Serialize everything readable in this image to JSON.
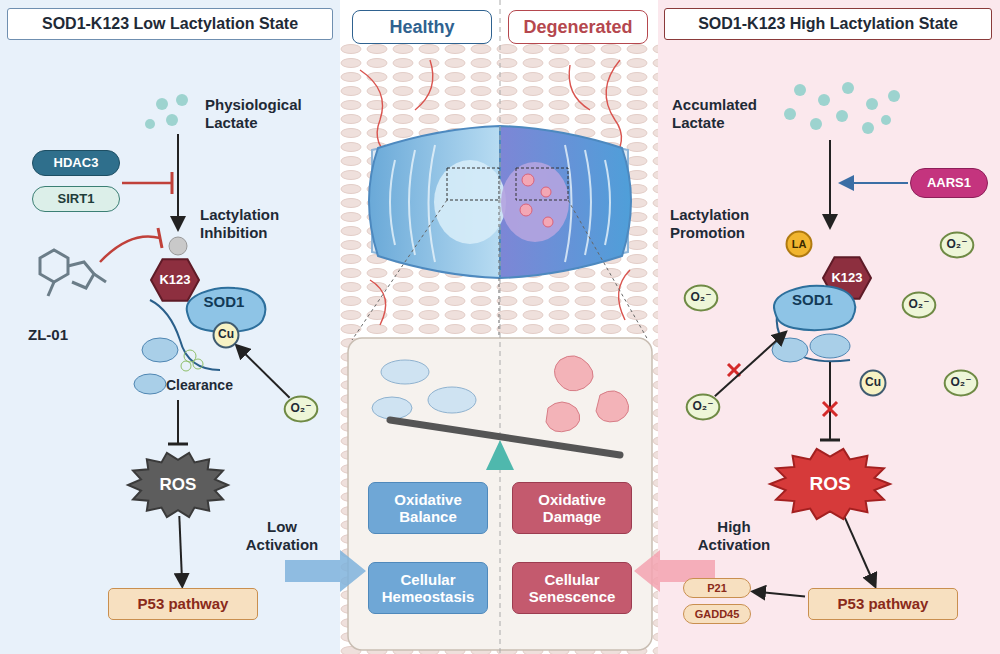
{
  "diagram": {
    "nodes": [
      {
        "text": [
          "SOD1-K123 Low Lactylation State"
        ]
      },
      {
        "text": [
          "Healthy"
        ]
      },
      {
        "text": [
          "Degenerated"
        ]
      },
      {
        "text": [
          "SOD1-K123 High Lactylation State"
        ]
      },
      {
        "text": [
          "HDAC3"
        ]
      },
      {
        "text": [
          "SIRT1"
        ]
      },
      {
        "text": [
          "K123"
        ]
      },
      {
        "text": [
          "SOD1"
        ]
      },
      {
        "text": [
          "Cu"
        ]
      },
      {
        "text": [
          "O₂⁻"
        ]
      },
      {
        "text": [
          "ROS"
        ]
      },
      {
        "text": [
          "P53 pathway"
        ]
      },
      {
        "text": [
          "Oxidative Balance"
        ]
      },
      {
        "text": [
          "Oxidative Damage"
        ]
      },
      {
        "text": [
          "Cellular Hemeostasis"
        ]
      },
      {
        "text": [
          "Cellular Senescence"
        ]
      },
      {
        "text": [
          "AARS1"
        ]
      },
      {
        "text": [
          "LA"
        ]
      },
      {
        "text": [
          "K123"
        ]
      },
      {
        "text": [
          "O₂⁻"
        ]
      },
      {
        "text": [
          "SOD1"
        ]
      },
      {
        "text": [
          "O₂⁻"
        ]
      },
      {
        "text": [
          "O₂⁻"
        ]
      },
      {
        "text": [
          "Cu"
        ]
      },
      {
        "text": [
          "O₂⁻"
        ]
      },
      {
        "text": [
          "O₂⁻"
        ]
      },
      {
        "text": [
          "ROS"
        ]
      },
      {
        "text": [
          "P53 pathway"
        ]
      },
      {
        "text": [
          "P21"
        ]
      },
      {
        "text": [
          "GADD45"
        ]
      }
    ],
    "edges": [
      {
        "from": 9,
        "to": 8,
        "arrow": "to"
      },
      {
        "from": 10,
        "to": 11,
        "arrow": "to"
      },
      {
        "from": 25,
        "to": 20,
        "arrow": "to"
      },
      {
        "from": 26,
        "to": 27,
        "arrow": "to"
      },
      {
        "from": 27,
        "to": 28,
        "arrow": "to"
      }
    ],
    "labels": [
      "Physiological Lactate",
      "Lactylation Inhibition",
      "ZL-01",
      "Clearance",
      "Low Activation",
      "Accumlated Lactate",
      "Lactylation Promotion",
      "High Activation"
    ]
  }
}
